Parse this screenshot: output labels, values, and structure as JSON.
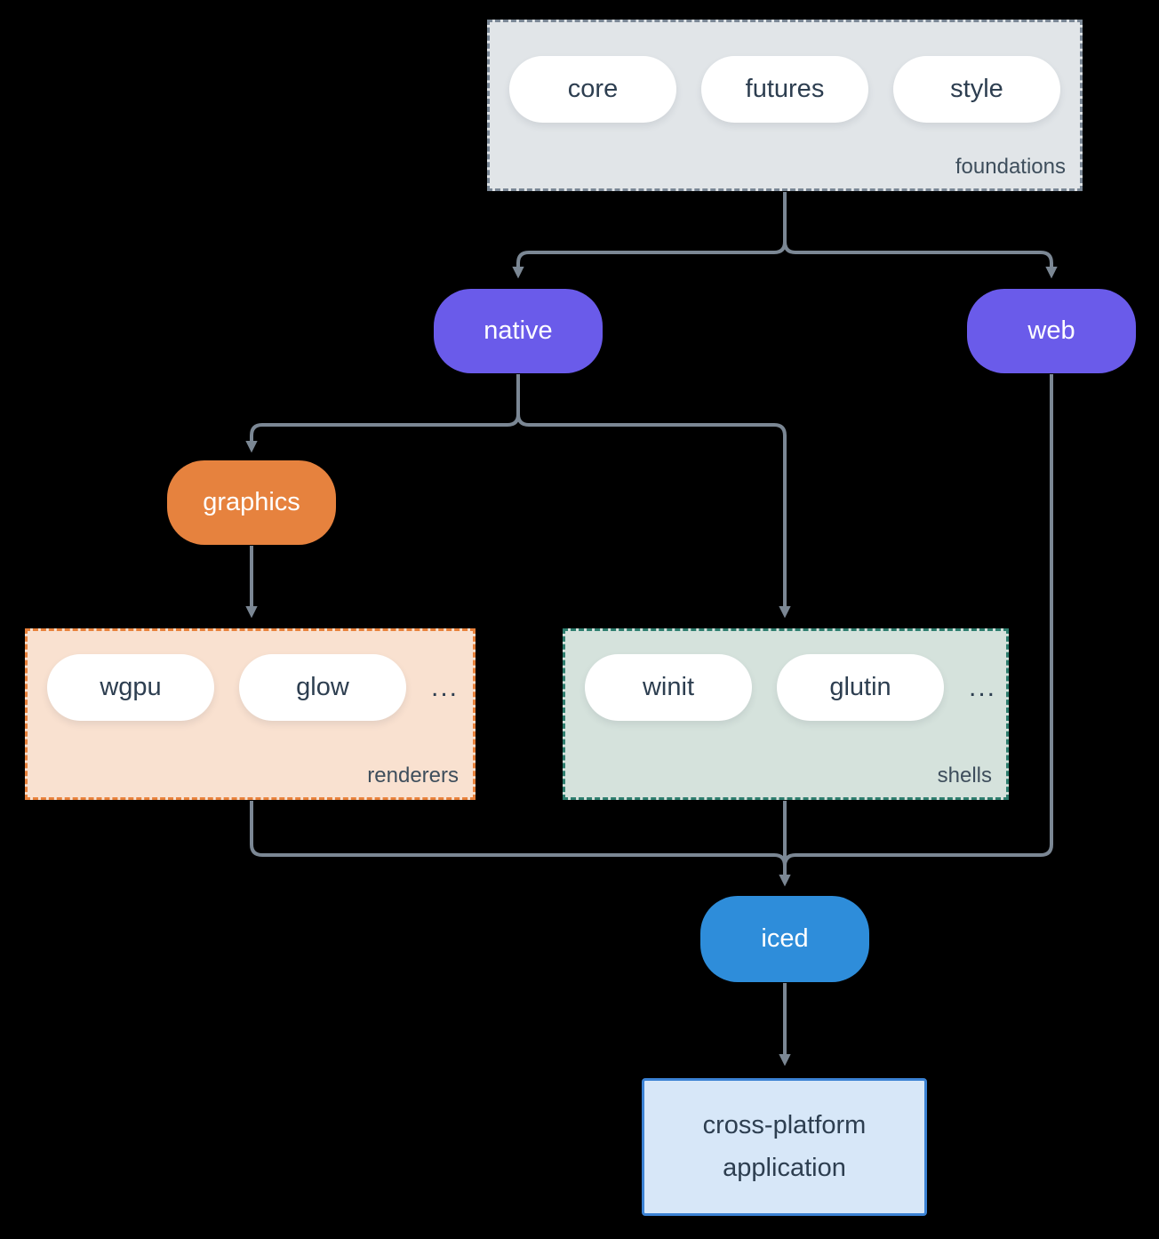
{
  "groups": {
    "foundations": {
      "label": "foundations",
      "items": [
        "core",
        "futures",
        "style"
      ]
    },
    "renderers": {
      "label": "renderers",
      "items": [
        "wgpu",
        "glow"
      ],
      "ellipsis": "..."
    },
    "shells": {
      "label": "shells",
      "items": [
        "winit",
        "glutin"
      ],
      "ellipsis": "..."
    }
  },
  "nodes": {
    "native": "native",
    "web": "web",
    "graphics": "graphics",
    "iced": "iced",
    "application": "cross-platform application"
  },
  "colors": {
    "background": "#000000",
    "connector": "#7b8794",
    "foundations_fill": "#e1e5e8",
    "foundations_border": "#7a8795",
    "renderers_fill": "#f9e1d0",
    "renderers_border": "#e8813b",
    "shells_fill": "#d5e2dc",
    "shells_border": "#2e7d6e",
    "purple_pill": "#6a5bea",
    "orange_pill": "#e6823e",
    "blue_pill": "#2e8dda",
    "white_pill": "#ffffff",
    "app_fill": "#d7e7f8",
    "app_border": "#3b82d4",
    "dark_text": "#2d3e50",
    "label_text": "#3e4e5c"
  }
}
